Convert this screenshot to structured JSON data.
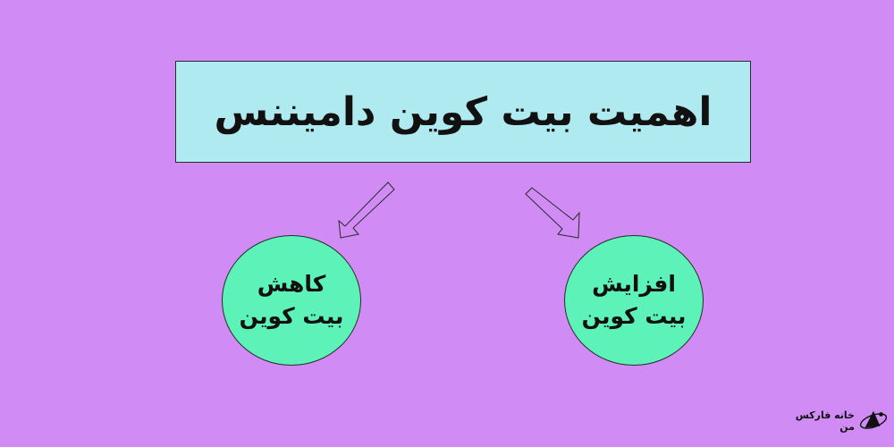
{
  "title": "اهمیت بیت کوین دامیننس",
  "left_node": {
    "line1": "کاهش",
    "line2": "بیت کوین"
  },
  "right_node": {
    "line1": "افزایش",
    "line2": "بیت کوین"
  },
  "logo": {
    "text": "خانه فارکس من"
  },
  "colors": {
    "background": "#d08cf4",
    "title_box": "#aeeaf0",
    "node_fill": "#5cf2b8",
    "stroke": "#2a2a2a"
  }
}
